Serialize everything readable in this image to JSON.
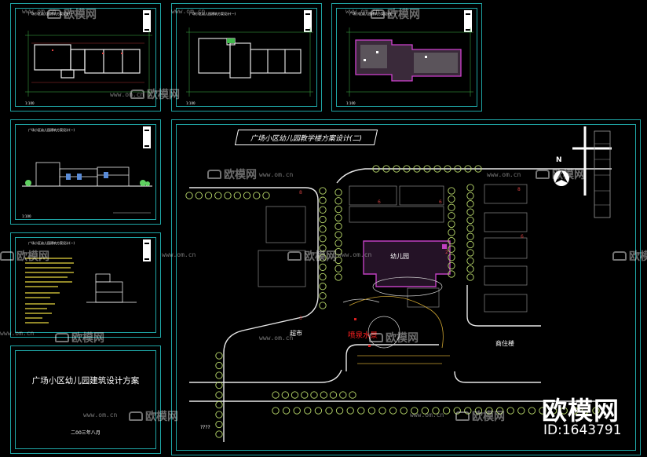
{
  "watermark": {
    "brand": "欧模网",
    "url": "www.om.cn"
  },
  "sheets": {
    "plan1": {
      "header": "广场小区幼儿园建筑方案设计(一)"
    },
    "plan2": {
      "header": "广场小区幼儿园建筑方案设计(一)"
    },
    "roof": {
      "header": "广场小区幼儿园建筑方案设计(一)"
    },
    "elevation": {
      "header": "广场小区幼儿园建筑方案设计(一)"
    },
    "notes": {
      "header": "广场小区幼儿园建筑方案设计(一)"
    },
    "cover": {
      "title": "广场小区幼儿园建筑设计方案",
      "date": "二00三年八月"
    },
    "site": {
      "title": "广场小区幼儿园教学楼方案设计(二)",
      "north": "N",
      "labels": {
        "kindergarten": "幼儿园",
        "supermarket": "超市",
        "fountain": "喷泉水景",
        "commercial": "商住楼",
        "scale": "????"
      }
    }
  },
  "corner_brand": {
    "name": "欧模网",
    "id": "ID:1643791"
  },
  "colors": {
    "frame": "#1fa6a6",
    "building": "#c040c0",
    "tree": "#b8d86a",
    "road": "#e8e8e8",
    "accent_red": "#ff2020"
  }
}
